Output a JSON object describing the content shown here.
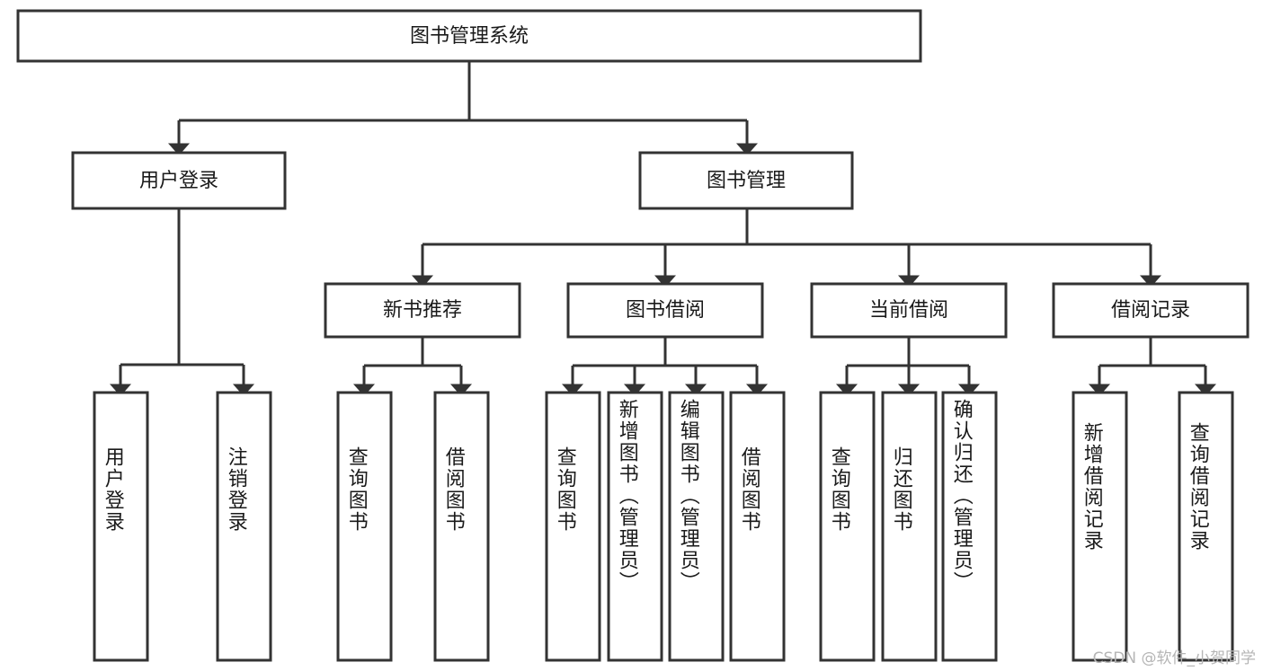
{
  "diagram": {
    "type": "tree",
    "title": "图书管理系统",
    "watermark": "CSDN @软件_小贺同学",
    "colors": {
      "box_stroke": "#333333",
      "box_fill": "#ffffff",
      "text": "#1a1a1a",
      "background": "#ffffff",
      "watermark": "#b5b5b5"
    },
    "root": {
      "label": "图书管理系统"
    },
    "level1": [
      {
        "label": "用户登录"
      },
      {
        "label": "图书管理"
      }
    ],
    "level2": [
      {
        "label": "新书推荐"
      },
      {
        "label": "图书借阅"
      },
      {
        "label": "当前借阅"
      },
      {
        "label": "借阅记录"
      }
    ],
    "leaves": {
      "user_login": [
        {
          "label": "用户登录"
        },
        {
          "label": "注销登录"
        }
      ],
      "new_book_rec": [
        {
          "label": "查询图书"
        },
        {
          "label": "借阅图书"
        }
      ],
      "book_borrow": [
        {
          "label": "查询图书"
        },
        {
          "label": "新增图书（管理员）"
        },
        {
          "label": "编辑图书（管理员）"
        },
        {
          "label": "借阅图书"
        }
      ],
      "current_borrow": [
        {
          "label": "查询图书"
        },
        {
          "label": "归还图书"
        },
        {
          "label": "确认归还（管理员）"
        }
      ],
      "borrow_record": [
        {
          "label": "新增借阅记录"
        },
        {
          "label": "查询借阅记录"
        }
      ]
    }
  }
}
